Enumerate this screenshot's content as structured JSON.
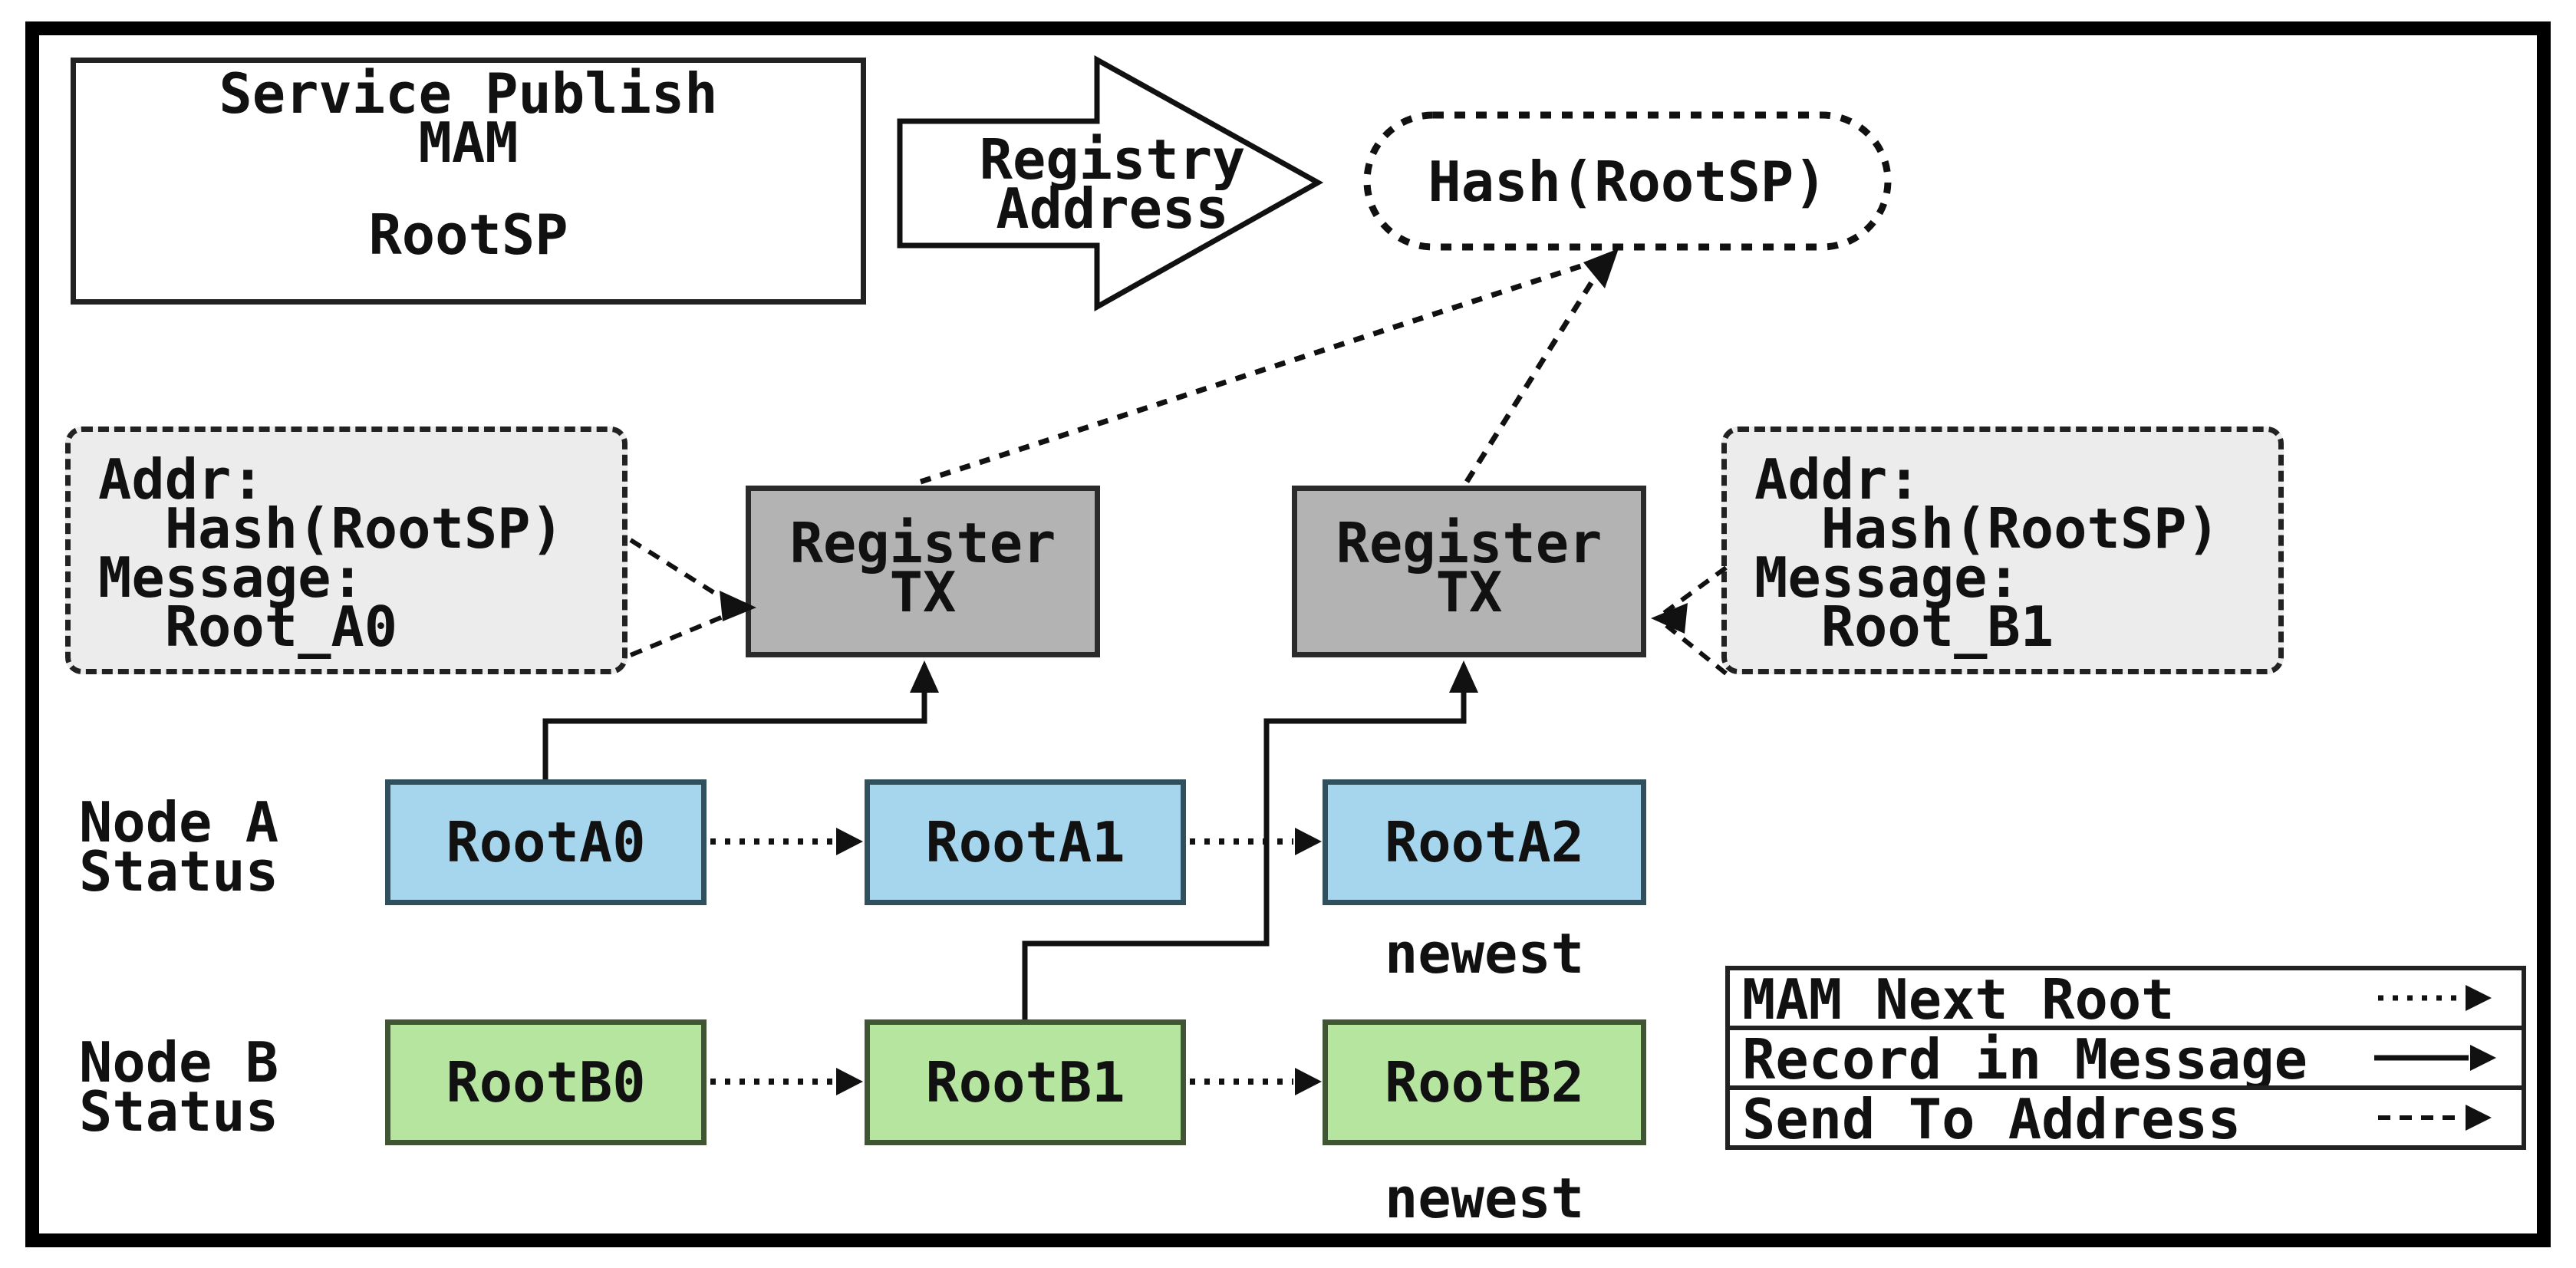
{
  "diagram": {
    "service_box": {
      "line1": "Service Publish",
      "line2": "MAM",
      "line3": "RootSP"
    },
    "registry_arrow": {
      "line1": "Registry",
      "line2": "Address"
    },
    "hash_ellipse": {
      "label": "Hash(RootSP)"
    },
    "info_box_a": {
      "line1": "Addr:",
      "line2": "  Hash(RootSP)",
      "line3": "Message:",
      "line4": "  Root_A0"
    },
    "info_box_b": {
      "line1": "Addr:",
      "line2": "  Hash(RootSP)",
      "line3": "Message:",
      "line4": "  Root_B1"
    },
    "register_tx_1": {
      "line1": "Register",
      "line2": "TX"
    },
    "register_tx_2": {
      "line1": "Register",
      "line2": "TX"
    },
    "node_a": {
      "label_line1": "Node A",
      "label_line2": "Status",
      "roots": [
        "RootA0",
        "RootA1",
        "RootA2"
      ],
      "newest_label": "newest"
    },
    "node_b": {
      "label_line1": "Node B",
      "label_line2": "Status",
      "roots": [
        "RootB0",
        "RootB1",
        "RootB2"
      ],
      "newest_label": "newest"
    },
    "legend": {
      "rows": [
        {
          "label": "MAM Next Root",
          "style": "dotted"
        },
        {
          "label": "Record in Message",
          "style": "solid"
        },
        {
          "label": "Send To Address",
          "style": "dashed"
        }
      ]
    },
    "colors": {
      "node_a_fill": "#a5d6ee",
      "node_b_fill": "#b6e5a0",
      "register_fill": "#b3b3b3",
      "info_fill": "#ececec",
      "line": "#111111"
    }
  }
}
